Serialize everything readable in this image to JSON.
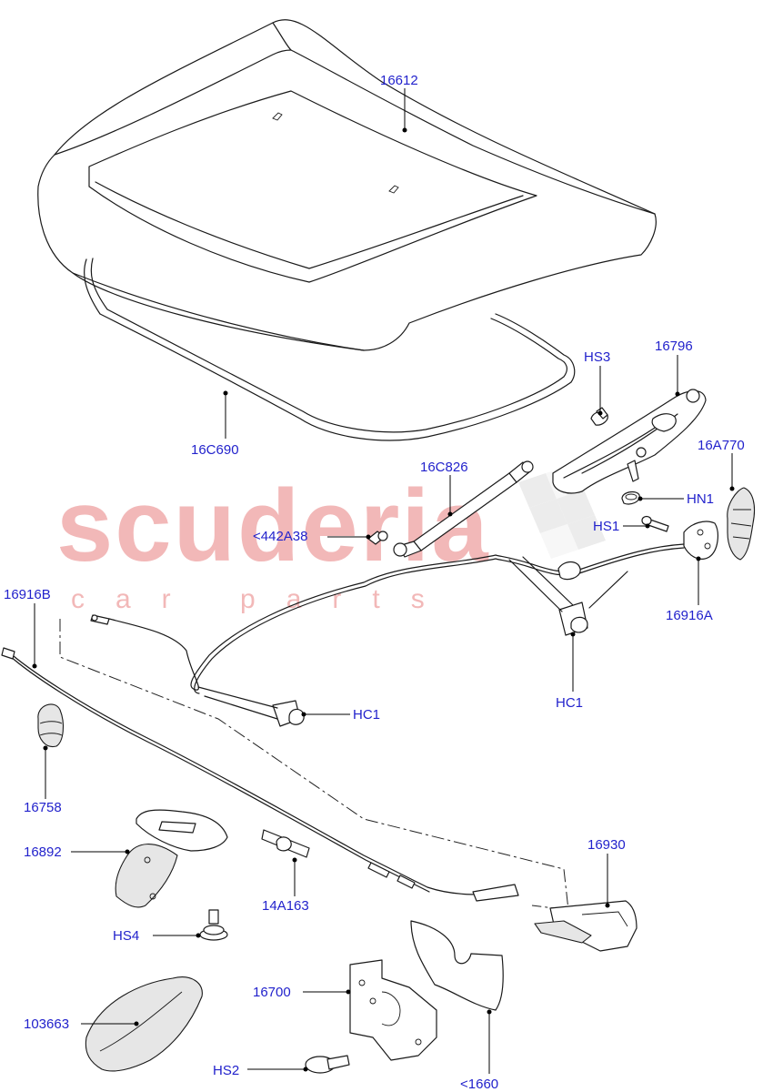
{
  "watermark": {
    "brand": "scuderia",
    "tagline": "car parts"
  },
  "callouts": [
    "16612",
    "16C690",
    "HS3",
    "16796",
    "16A770",
    "16C826",
    "HN1",
    "<442A38",
    "HS1",
    "16916B",
    "16916A",
    "HC1",
    "HC1",
    "16758",
    "16892",
    "16930",
    "14A163",
    "HS4",
    "16700",
    "103663",
    "HS2",
    "<1660"
  ],
  "colors": {
    "label": "#2222cc",
    "watermark": "#f2b8b8",
    "line": "#1a1a1a"
  }
}
